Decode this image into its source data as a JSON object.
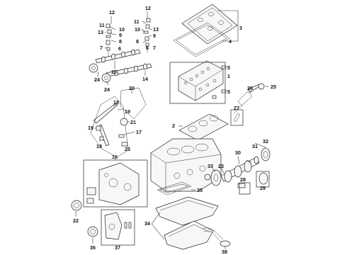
{
  "diagram": {
    "callouts": [
      "1",
      "2",
      "3",
      "4",
      "5",
      "5",
      "6",
      "6",
      "7",
      "7",
      "8",
      "8",
      "9",
      "9",
      "10",
      "10",
      "11",
      "11",
      "12",
      "12",
      "13",
      "13",
      "14",
      "15",
      "16",
      "17",
      "18",
      "18",
      "19",
      "19",
      "20",
      "21",
      "22",
      "23",
      "24",
      "24",
      "25",
      "26",
      "27",
      "28",
      "29",
      "30",
      "31",
      "32",
      "33",
      "34",
      "35",
      "36",
      "37",
      "38"
    ]
  }
}
